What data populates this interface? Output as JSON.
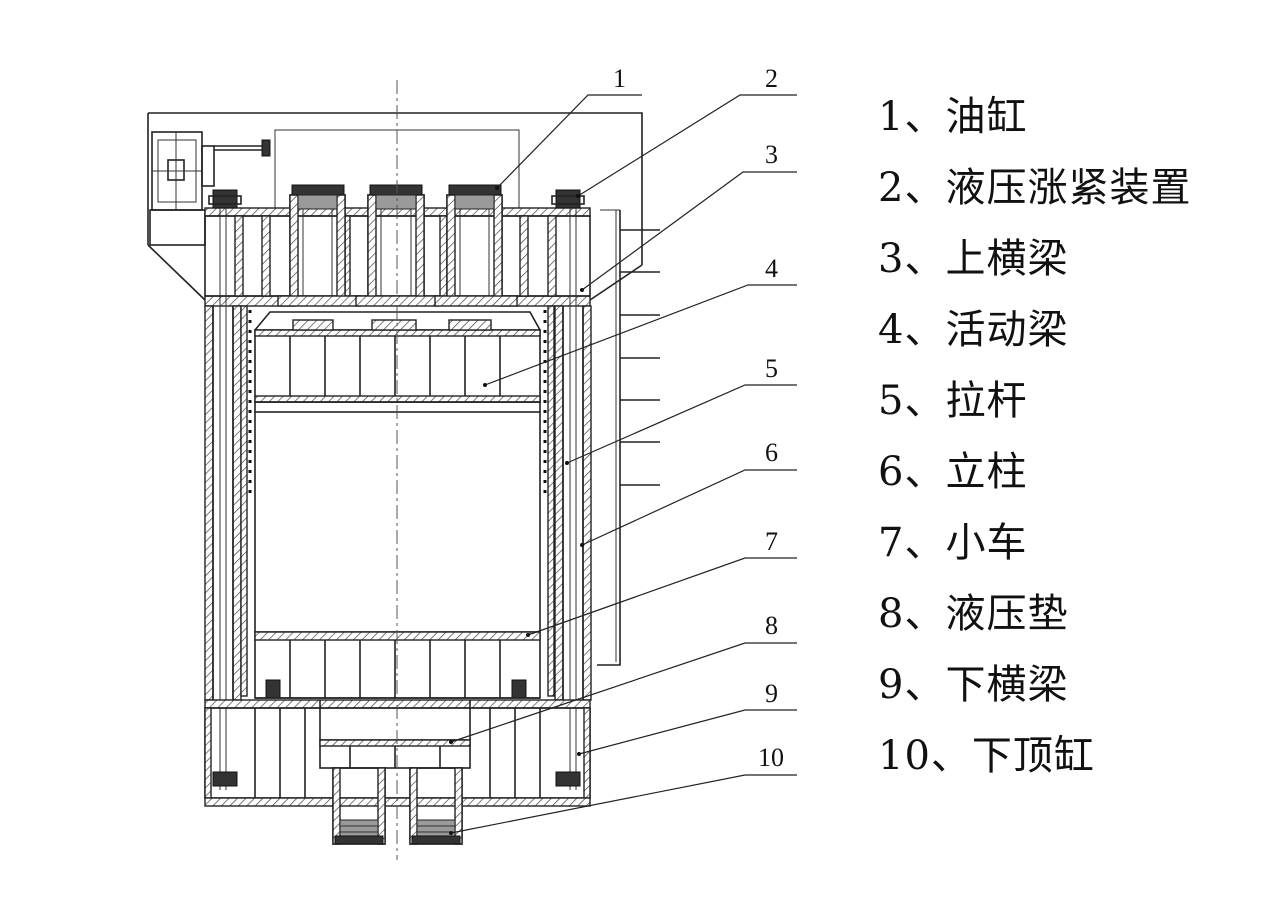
{
  "legend": {
    "items": [
      {
        "number": "1",
        "text": "1、油缸"
      },
      {
        "number": "2",
        "text": "2、液压涨紧装置"
      },
      {
        "number": "3",
        "text": "3、上横梁"
      },
      {
        "number": "4",
        "text": "4、活动梁"
      },
      {
        "number": "5",
        "text": "5、拉杆"
      },
      {
        "number": "6",
        "text": "6、立柱"
      },
      {
        "number": "7",
        "text": "7、小车"
      },
      {
        "number": "8",
        "text": "8、液压垫"
      },
      {
        "number": "9",
        "text": "9、下横梁"
      },
      {
        "number": "10",
        "text": "10、下顶缸"
      }
    ]
  },
  "callouts": [
    "1",
    "2",
    "3",
    "4",
    "5",
    "6",
    "7",
    "8",
    "9",
    "10"
  ]
}
